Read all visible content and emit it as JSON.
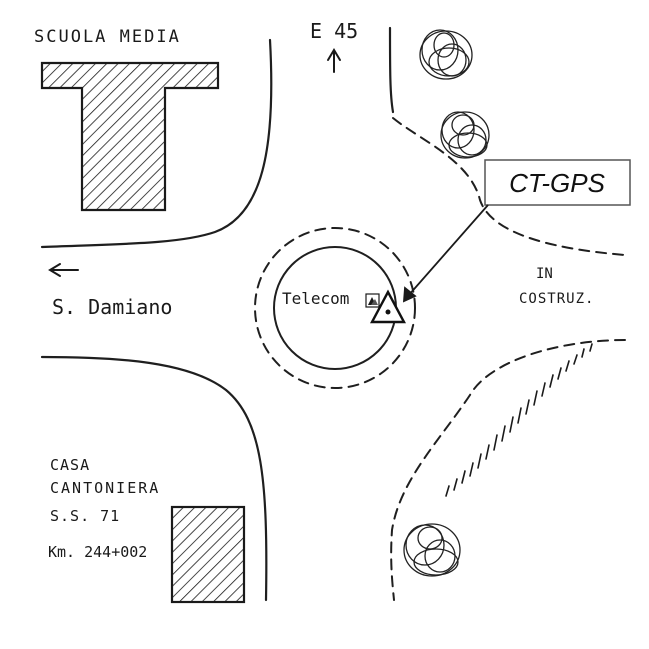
{
  "labels": {
    "school": "SCUOLA MEDIA",
    "highway": "E 45",
    "station_callout": "CT-GPS",
    "roundabout_center": "Telecom",
    "west_direction": "S. Damiano",
    "construction_line1": "IN",
    "construction_line2": "COSTRUZ.",
    "house_line1": "CASA",
    "house_line2": "CANTONIERA",
    "house_line3": "S.S. 71",
    "house_line4": "Km. 244+002"
  },
  "icons": {
    "north_arrow": "arrow-up-icon",
    "west_arrow": "arrow-left-icon",
    "station_marker": "triangle-marker-icon",
    "telecom_logo": "telecom-logo-icon",
    "tree": "tree-icon"
  },
  "colors": {
    "ink": "#1a1a1a",
    "paper": "#ffffff",
    "callout_border": "#555555"
  }
}
